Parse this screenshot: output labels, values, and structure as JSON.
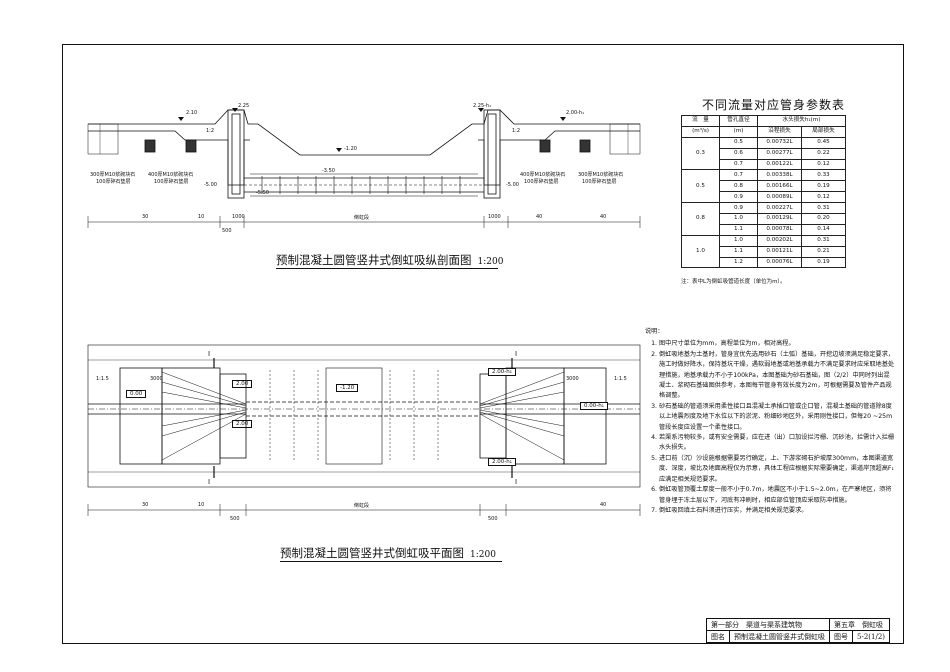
{
  "drawings": {
    "profile_title": "预制混凝土圆管竖井式倒虹吸纵剖面图",
    "profile_scale": "1:200",
    "plan_title": "预制混凝土圆管竖井式倒虹吸平面图",
    "plan_scale": "1:200",
    "profile_labels": {
      "left_elev_1": "2.10",
      "left_elev_2": "2.25",
      "right_elev_1": "2.25-h₁",
      "right_elev_2": "2.00-h₁",
      "mid_elev": "-1.20",
      "low_elev_1": "-3.50",
      "low_elev_2": "-5.50",
      "left_low": "-5.00",
      "right_low": "-5.00",
      "left_note_a1": "300厚M10浆砌块石",
      "left_note_a2": "100厚碎石垫层",
      "left_note_b1": "400厚M10浆砌块石",
      "left_note_b2": "100厚碎石垫层",
      "right_note_a1": "400厚M10浆砌块石",
      "right_note_a2": "100厚碎石垫层",
      "right_note_b1": "300厚M10浆砌块石",
      "right_note_b2": "100厚碎石垫层",
      "slope_left": "1:2",
      "slope_right": "1:2",
      "dim_30": "30",
      "dim_10": "10",
      "dim_1000": "1000",
      "dim_500": "500",
      "dim_pipe": "倒虹段",
      "dim_40": "40"
    },
    "plan_labels": {
      "left_box_top": "2.00",
      "left_box_mid": "0.00",
      "left_box_bot": "2.00",
      "center_box": "-1.20",
      "right_box_top": "2.00-h₁",
      "right_box_mid": "0.00-h₁",
      "right_box_bot": "2.00-h₁",
      "dim_3000": "3000",
      "slope": "1:1.5",
      "section_mark": "Ⅰ"
    }
  },
  "param_table": {
    "title": "不同流量对应管身参数表",
    "header_row1": [
      "流　量",
      "管孔直径",
      "水头损失h₁(m)"
    ],
    "header_row2": [
      "(m³/s)",
      "(m)",
      "沿程损失",
      "局部损失"
    ],
    "groups": [
      {
        "flow": "0.3",
        "rows": [
          {
            "d": "0.5",
            "along": "0.00732L",
            "local": "0.45"
          },
          {
            "d": "0.6",
            "along": "0.00277L",
            "local": "0.22"
          },
          {
            "d": "0.7",
            "along": "0.00122L",
            "local": "0.12"
          }
        ]
      },
      {
        "flow": "0.5",
        "rows": [
          {
            "d": "0.7",
            "along": "0.00338L",
            "local": "0.33"
          },
          {
            "d": "0.8",
            "along": "0.00166L",
            "local": "0.19"
          },
          {
            "d": "0.9",
            "along": "0.00089L",
            "local": "0.12"
          }
        ]
      },
      {
        "flow": "0.8",
        "rows": [
          {
            "d": "0.9",
            "along": "0.00227L",
            "local": "0.31"
          },
          {
            "d": "1.0",
            "along": "0.00129L",
            "local": "0.20"
          },
          {
            "d": "1.1",
            "along": "0.00078L",
            "local": "0.14"
          }
        ]
      },
      {
        "flow": "1.0",
        "rows": [
          {
            "d": "1.0",
            "along": "0.00202L",
            "local": "0.31"
          },
          {
            "d": "1.1",
            "along": "0.00121L",
            "local": "0.21"
          },
          {
            "d": "1.2",
            "along": "0.00076L",
            "local": "0.19"
          }
        ]
      }
    ],
    "note": "注：表中L为倒虹吸管道长度（单位为m）。"
  },
  "notes": {
    "heading": "说明：",
    "items": [
      "图中尺寸单位为mm，高程单位为m，相对高程。",
      "倒虹吸地基为土基时，管身宜优先选用砂石（土弧）基础，开挖边坡须满足稳定要求，施工时做好降水，保持基坑干燥，遇软弱地基或地基承载力不满足要求时应采取地基处理措施，地基承载力不小于100kPa，本图基础为砂石基础，图（2/2）中同时列出混凝土、浆砌石基础图供参考，本图每节管身有效长度为2m，可根据需要及管件产品规格调整。",
      "砂石基础的管道须采用柔性接口且混凝土承插口管或企口管，混凝土基础的管道除8度以上地震烈度及地下水位以下的淤泥、粉细砂地区外，采用刚性接口，但每20 ~25m管段长度应设置一个柔性接口。",
      "若渠系污物较多，或有安全需要，应在进（出）口加设拦污栅、沉砂池，拦需计入拦栅水头损失。",
      "进口前（沉）沙设施根据需要另行确定，上、下游浆砌石护坡厚300mm，本图渠道宽度、深度，坡比及地面高程仅为示意，具体工程应根据实际需要确定，渠道岸顶超高F₁应满足相关规范要求。",
      "倒虹吸管顶覆土厚度一般不小于0.7m，地震区不小于1.5~2.0m，在严寒地区，须将管身埋于冻土层以下，河底有冲刷时，相应部位管顶应采取防冲措施。",
      "倒虹吸回填土石料须进行压实，并满足相关规范要求。"
    ]
  },
  "title_block": {
    "part": "第一部分　渠道与渠系建筑物",
    "chapter": "第五章　倒虹吸",
    "name_label": "图名",
    "name": "预制混凝土圆管竖井式倒虹吸",
    "no_label": "图号",
    "no": "5-2(1/2)"
  }
}
